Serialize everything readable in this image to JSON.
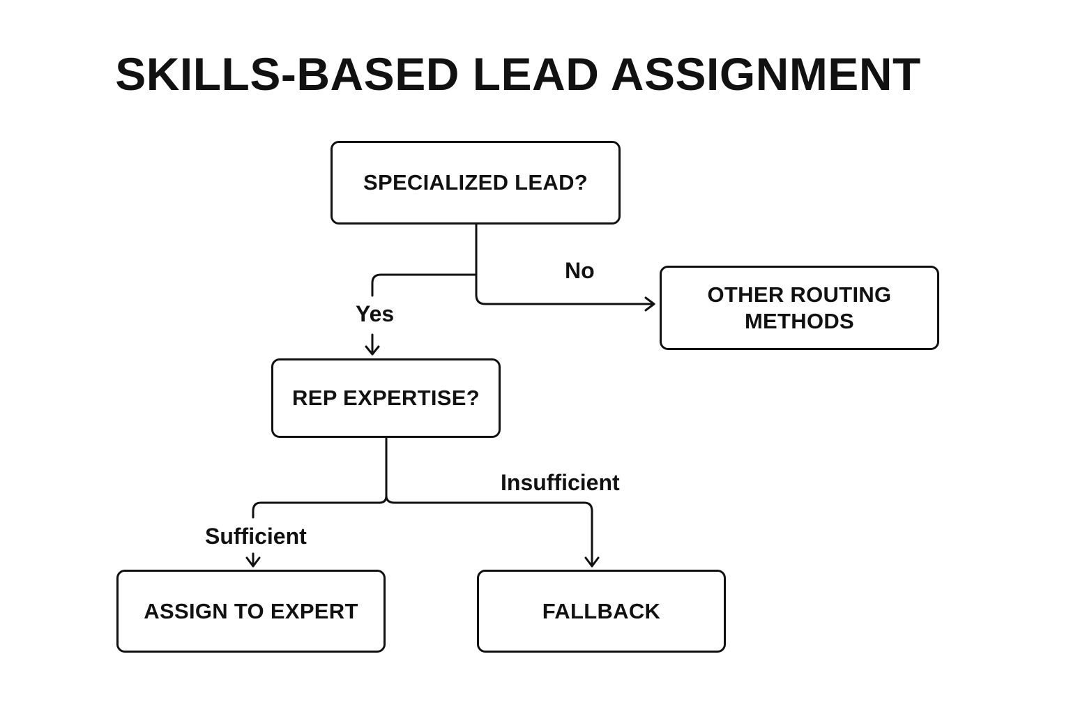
{
  "diagram": {
    "title": "SKILLS-BASED LEAD ASSIGNMENT",
    "nodes": {
      "specialized_lead": "SPECIALIZED LEAD?",
      "other_routing": "OTHER ROUTING METHODS",
      "rep_expertise": "REP EXPERTISE?",
      "assign_expert": "ASSIGN TO EXPERT",
      "fallback": "FALLBACK"
    },
    "edges": {
      "yes": "Yes",
      "no": "No",
      "sufficient": "Sufficient",
      "insufficient": "Insufficient"
    },
    "colors": {
      "stroke": "#111111",
      "background": "#ffffff"
    }
  }
}
